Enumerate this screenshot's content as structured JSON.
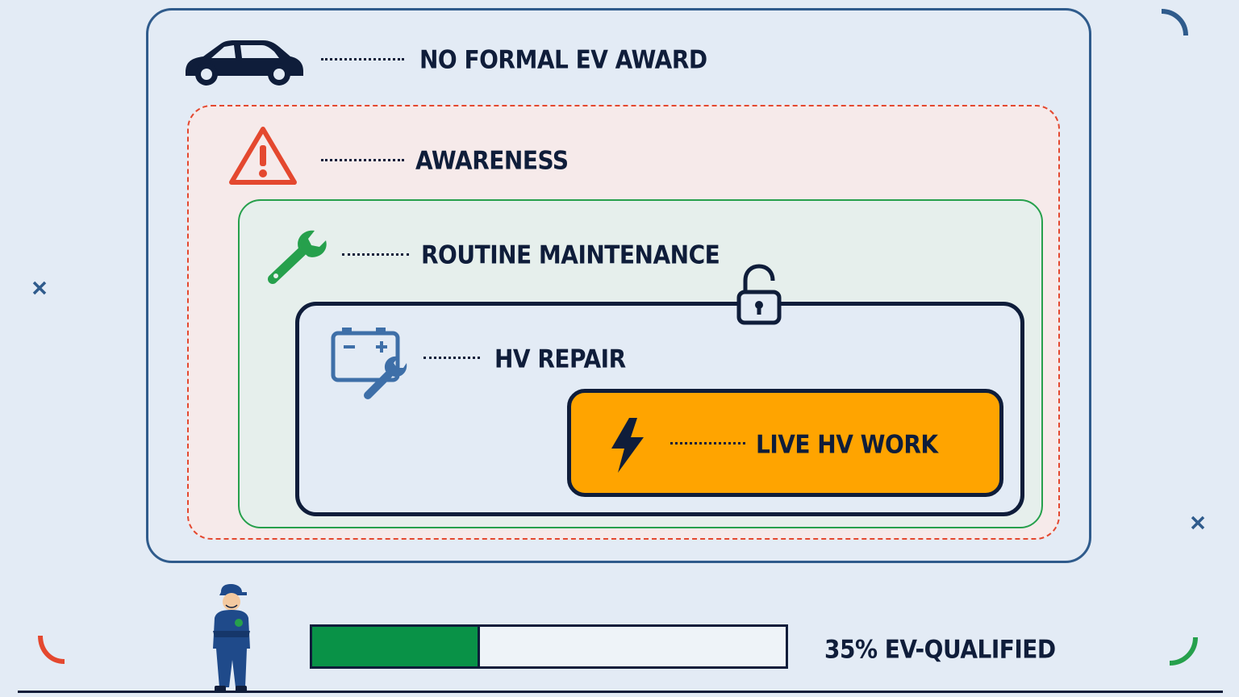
{
  "levels": [
    {
      "label": "NO FORMAL EV AWARD",
      "icon": "car-icon"
    },
    {
      "label": "AWARENESS",
      "icon": "warning-icon"
    },
    {
      "label": "ROUTINE MAINTENANCE",
      "icon": "wrench-icon"
    },
    {
      "label": "HV REPAIR",
      "icon": "battery-wrench-icon"
    },
    {
      "label": "LIVE HV WORK",
      "icon": "lightning-icon"
    }
  ],
  "progress": {
    "percent": 35,
    "label": "35% EV-QUALIFIED"
  },
  "colors": {
    "navy": "#0f1d3a",
    "outer_border": "#2f5b8c",
    "awareness": "#e4482f",
    "maintenance": "#26a04c",
    "live_fill": "#ffa400",
    "progress_fill": "#099247",
    "background": "#e3ebf5"
  }
}
